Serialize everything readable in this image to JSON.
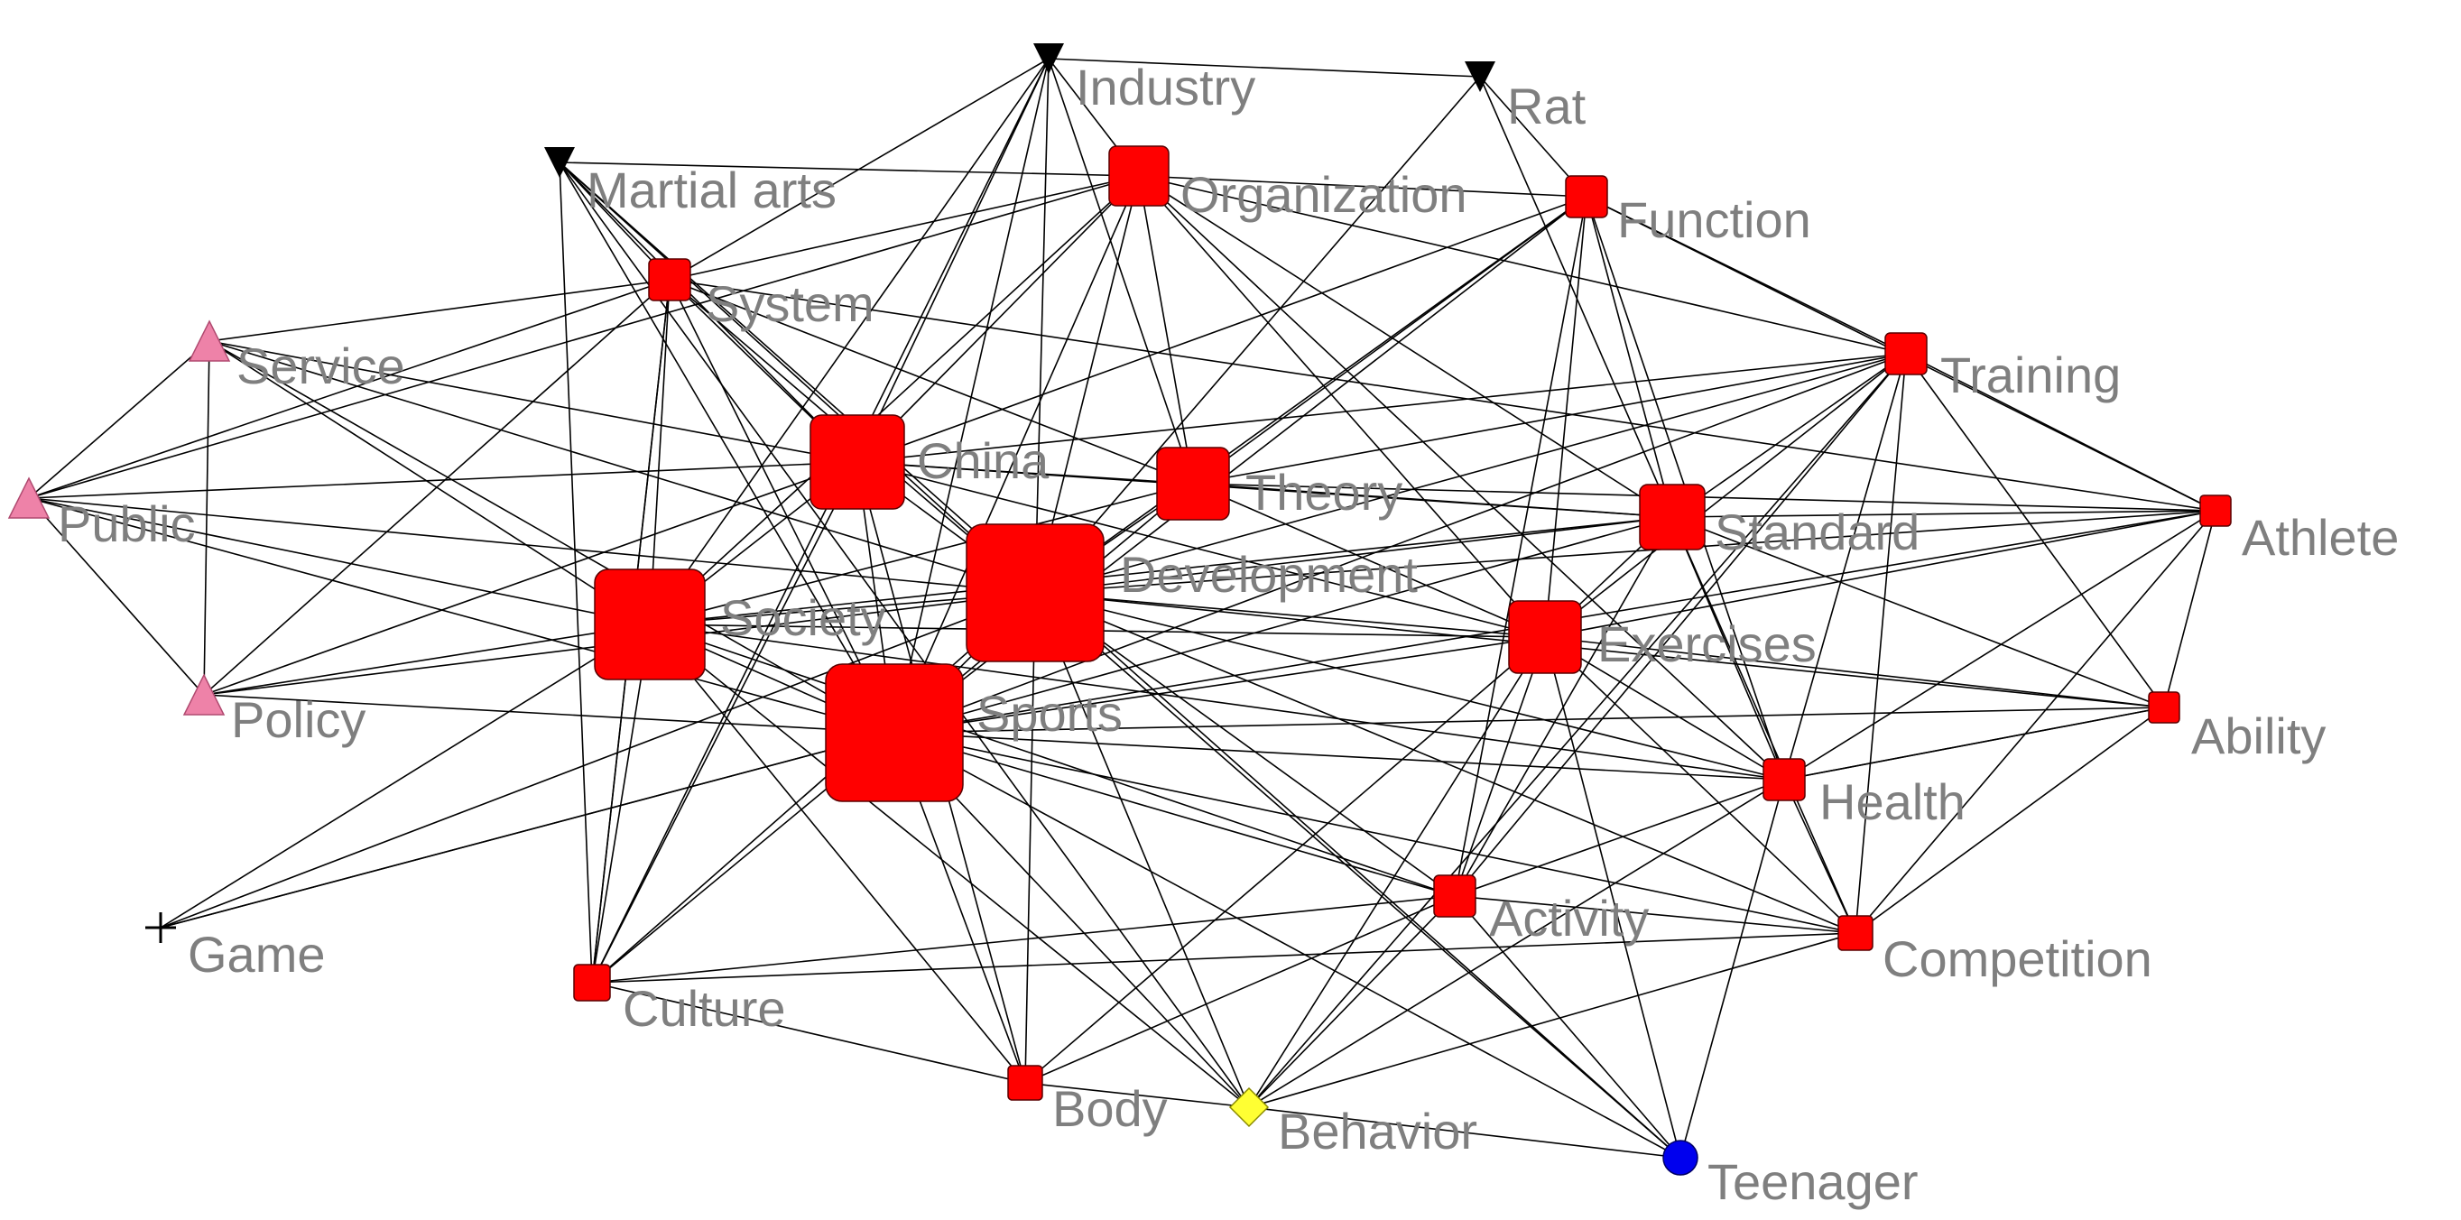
{
  "nodes": [
    {
      "id": "industry",
      "label": "Industry",
      "shape": "triangle-down",
      "color": "#000000"
    },
    {
      "id": "rat",
      "label": "Rat",
      "shape": "triangle-down",
      "color": "#000000"
    },
    {
      "id": "martial",
      "label": "Martial arts",
      "shape": "triangle-down",
      "color": "#000000"
    },
    {
      "id": "organization",
      "label": "Organization",
      "shape": "square",
      "color": "#ff0000"
    },
    {
      "id": "function",
      "label": "Function",
      "shape": "square",
      "color": "#ff0000"
    },
    {
      "id": "system",
      "label": "System",
      "shape": "square",
      "color": "#ff0000"
    },
    {
      "id": "service",
      "label": "Service",
      "shape": "triangle-up",
      "color": "#ee82a8"
    },
    {
      "id": "training",
      "label": "Training",
      "shape": "square",
      "color": "#ff0000"
    },
    {
      "id": "china",
      "label": "China",
      "shape": "square",
      "color": "#ff0000"
    },
    {
      "id": "theory",
      "label": "Theory",
      "shape": "square",
      "color": "#ff0000"
    },
    {
      "id": "public",
      "label": "Public",
      "shape": "triangle-up",
      "color": "#ee82a8"
    },
    {
      "id": "standard",
      "label": "Standard",
      "shape": "square",
      "color": "#ff0000"
    },
    {
      "id": "athlete",
      "label": "Athlete",
      "shape": "square",
      "color": "#ff0000"
    },
    {
      "id": "development",
      "label": "Development",
      "shape": "square",
      "color": "#ff0000"
    },
    {
      "id": "society",
      "label": "Society",
      "shape": "square",
      "color": "#ff0000"
    },
    {
      "id": "exercises",
      "label": "Exercises",
      "shape": "square",
      "color": "#ff0000"
    },
    {
      "id": "policy",
      "label": "Policy",
      "shape": "triangle-up",
      "color": "#ee82a8"
    },
    {
      "id": "sports",
      "label": "Sports",
      "shape": "square",
      "color": "#ff0000"
    },
    {
      "id": "ability",
      "label": "Ability",
      "shape": "square",
      "color": "#ff0000"
    },
    {
      "id": "health",
      "label": "Health",
      "shape": "square",
      "color": "#ff0000"
    },
    {
      "id": "activity",
      "label": "Activity",
      "shape": "square",
      "color": "#ff0000"
    },
    {
      "id": "game",
      "label": "Game",
      "shape": "plus",
      "color": "#000000"
    },
    {
      "id": "competition",
      "label": "Competition",
      "shape": "square",
      "color": "#ff0000"
    },
    {
      "id": "culture",
      "label": "Culture",
      "shape": "square",
      "color": "#ff0000"
    },
    {
      "id": "body",
      "label": "Body",
      "shape": "square",
      "color": "#ff0000"
    },
    {
      "id": "behavior",
      "label": "Behavior",
      "shape": "diamond",
      "color": "#ffff33"
    },
    {
      "id": "teenager",
      "label": "Teenager",
      "shape": "circle",
      "color": "#0000ee"
    }
  ],
  "edges": [
    [
      "sports",
      "development"
    ],
    [
      "sports",
      "china"
    ],
    [
      "sports",
      "society"
    ],
    [
      "sports",
      "theory"
    ],
    [
      "sports",
      "standard"
    ],
    [
      "sports",
      "exercises"
    ],
    [
      "sports",
      "health"
    ],
    [
      "sports",
      "activity"
    ],
    [
      "sports",
      "competition"
    ],
    [
      "sports",
      "culture"
    ],
    [
      "sports",
      "body"
    ],
    [
      "sports",
      "behavior"
    ],
    [
      "sports",
      "teenager"
    ],
    [
      "sports",
      "ability"
    ],
    [
      "sports",
      "athlete"
    ],
    [
      "sports",
      "training"
    ],
    [
      "sports",
      "organization"
    ],
    [
      "sports",
      "system"
    ],
    [
      "sports",
      "industry"
    ],
    [
      "sports",
      "martial"
    ],
    [
      "sports",
      "public"
    ],
    [
      "sports",
      "policy"
    ],
    [
      "sports",
      "service"
    ],
    [
      "sports",
      "game"
    ],
    [
      "sports",
      "function"
    ],
    [
      "development",
      "china"
    ],
    [
      "development",
      "society"
    ],
    [
      "development",
      "theory"
    ],
    [
      "development",
      "standard"
    ],
    [
      "development",
      "exercises"
    ],
    [
      "development",
      "health"
    ],
    [
      "development",
      "activity"
    ],
    [
      "development",
      "competition"
    ],
    [
      "development",
      "culture"
    ],
    [
      "development",
      "body"
    ],
    [
      "development",
      "behavior"
    ],
    [
      "development",
      "teenager"
    ],
    [
      "development",
      "ability"
    ],
    [
      "development",
      "athlete"
    ],
    [
      "development",
      "training"
    ],
    [
      "development",
      "organization"
    ],
    [
      "development",
      "system"
    ],
    [
      "development",
      "industry"
    ],
    [
      "development",
      "martial"
    ],
    [
      "development",
      "public"
    ],
    [
      "development",
      "policy"
    ],
    [
      "development",
      "service"
    ],
    [
      "development",
      "function"
    ],
    [
      "development",
      "rat"
    ],
    [
      "china",
      "society"
    ],
    [
      "china",
      "theory"
    ],
    [
      "china",
      "standard"
    ],
    [
      "china",
      "exercises"
    ],
    [
      "china",
      "organization"
    ],
    [
      "china",
      "system"
    ],
    [
      "china",
      "industry"
    ],
    [
      "china",
      "martial"
    ],
    [
      "china",
      "public"
    ],
    [
      "china",
      "policy"
    ],
    [
      "china",
      "service"
    ],
    [
      "china",
      "training"
    ],
    [
      "china",
      "function"
    ],
    [
      "china",
      "culture"
    ],
    [
      "china",
      "body"
    ],
    [
      "society",
      "theory"
    ],
    [
      "society",
      "standard"
    ],
    [
      "society",
      "exercises"
    ],
    [
      "society",
      "health"
    ],
    [
      "society",
      "culture"
    ],
    [
      "society",
      "system"
    ],
    [
      "society",
      "organization"
    ],
    [
      "society",
      "public"
    ],
    [
      "society",
      "policy"
    ],
    [
      "society",
      "service"
    ],
    [
      "society",
      "industry"
    ],
    [
      "society",
      "body"
    ],
    [
      "society",
      "behavior"
    ],
    [
      "society",
      "activity"
    ],
    [
      "theory",
      "standard"
    ],
    [
      "theory",
      "exercises"
    ],
    [
      "theory",
      "organization"
    ],
    [
      "theory",
      "system"
    ],
    [
      "theory",
      "training"
    ],
    [
      "theory",
      "function"
    ],
    [
      "theory",
      "industry"
    ],
    [
      "theory",
      "athlete"
    ],
    [
      "standard",
      "exercises"
    ],
    [
      "standard",
      "health"
    ],
    [
      "standard",
      "athlete"
    ],
    [
      "standard",
      "ability"
    ],
    [
      "standard",
      "training"
    ],
    [
      "standard",
      "function"
    ],
    [
      "standard",
      "rat"
    ],
    [
      "standard",
      "competition"
    ],
    [
      "standard",
      "activity"
    ],
    [
      "standard",
      "organization"
    ],
    [
      "exercises",
      "health"
    ],
    [
      "exercises",
      "activity"
    ],
    [
      "exercises",
      "competition"
    ],
    [
      "exercises",
      "training"
    ],
    [
      "exercises",
      "function"
    ],
    [
      "exercises",
      "athlete"
    ],
    [
      "exercises",
      "ability"
    ],
    [
      "exercises",
      "body"
    ],
    [
      "exercises",
      "behavior"
    ],
    [
      "exercises",
      "teenager"
    ],
    [
      "exercises",
      "organization"
    ],
    [
      "health",
      "activity"
    ],
    [
      "health",
      "competition"
    ],
    [
      "health",
      "athlete"
    ],
    [
      "health",
      "ability"
    ],
    [
      "health",
      "teenager"
    ],
    [
      "health",
      "training"
    ],
    [
      "health",
      "behavior"
    ],
    [
      "activity",
      "competition"
    ],
    [
      "activity",
      "behavior"
    ],
    [
      "activity",
      "body"
    ],
    [
      "activity",
      "teenager"
    ],
    [
      "activity",
      "training"
    ],
    [
      "activity",
      "function"
    ],
    [
      "activity",
      "culture"
    ],
    [
      "organization",
      "system"
    ],
    [
      "organization",
      "industry"
    ],
    [
      "organization",
      "training"
    ],
    [
      "organization",
      "function"
    ],
    [
      "organization",
      "public"
    ],
    [
      "organization",
      "martial"
    ],
    [
      "organization",
      "health"
    ],
    [
      "system",
      "service"
    ],
    [
      "system",
      "public"
    ],
    [
      "system",
      "policy"
    ],
    [
      "system",
      "culture"
    ],
    [
      "system",
      "industry"
    ],
    [
      "system",
      "martial"
    ],
    [
      "system",
      "athlete"
    ],
    [
      "function",
      "rat"
    ],
    [
      "function",
      "training"
    ],
    [
      "function",
      "athlete"
    ],
    [
      "function",
      "health"
    ],
    [
      "industry",
      "rat"
    ],
    [
      "training",
      "athlete"
    ],
    [
      "training",
      "ability"
    ],
    [
      "training",
      "competition"
    ],
    [
      "training",
      "behavior"
    ],
    [
      "athlete",
      "ability"
    ],
    [
      "athlete",
      "competition"
    ],
    [
      "ability",
      "competition"
    ],
    [
      "ability",
      "health"
    ],
    [
      "culture",
      "body"
    ],
    [
      "culture",
      "competition"
    ],
    [
      "culture",
      "martial"
    ],
    [
      "culture",
      "system"
    ],
    [
      "body",
      "behavior"
    ],
    [
      "behavior",
      "teenager"
    ],
    [
      "behavior",
      "competition"
    ],
    [
      "service",
      "public"
    ],
    [
      "service",
      "policy"
    ],
    [
      "public",
      "policy"
    ],
    [
      "game",
      "sports"
    ],
    [
      "game",
      "development"
    ],
    [
      "game",
      "society"
    ],
    [
      "martial",
      "behavior"
    ],
    [
      "martial",
      "teenager"
    ],
    [
      "industry",
      "culture"
    ]
  ]
}
